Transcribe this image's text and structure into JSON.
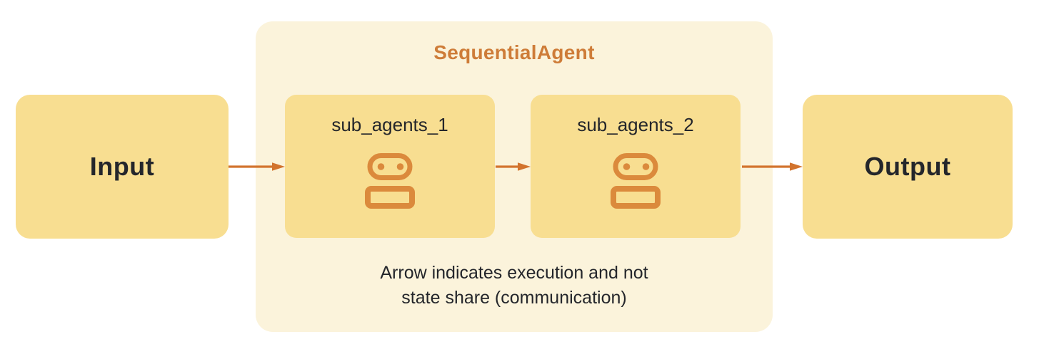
{
  "diagram": {
    "input": {
      "label": "Input"
    },
    "output": {
      "label": "Output"
    },
    "container": {
      "title": "SequentialAgent",
      "sub_agents": [
        {
          "label": "sub_agents_1",
          "icon": "robot-icon"
        },
        {
          "label": "sub_agents_2",
          "icon": "robot-icon"
        }
      ],
      "caption": [
        "Arrow indicates execution and not",
        "state share (communication)"
      ]
    },
    "arrows": [
      {
        "name": "input-to-sub-agent-1"
      },
      {
        "name": "sub-agent-1-to-sub-agent-2"
      },
      {
        "name": "sub-agent-2-to-output"
      }
    ],
    "colors": {
      "box_fill": "#F8DE91",
      "container_fill": "#FBF3DB",
      "arrow_orange": "#D2732D",
      "title_orange": "#CE7C38",
      "icon_orange": "#DB8A3C",
      "text_dark": "#24262B",
      "background": "#FFFFFF"
    }
  }
}
